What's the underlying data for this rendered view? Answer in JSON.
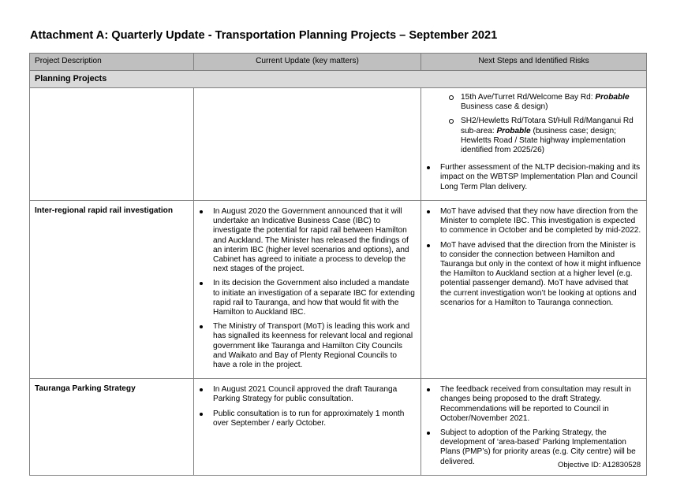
{
  "title": "Attachment A: Quarterly Update - Transportation Planning Projects – September 2021",
  "headers": [
    "Project Description",
    "Current Update (key matters)",
    "Next Steps and Identified Risks"
  ],
  "section": "Planning Projects",
  "row0": {
    "sub1_a": "15th Ave/Turret Rd/Welcome Bay Rd: ",
    "sub1_b": "Probable",
    "sub1_c": " Business case & design)",
    "sub2_a": "SH2/Hewletts Rd/Totara St/Hull Rd/Manganui Rd sub-area: ",
    "sub2_b": "Probable",
    "sub2_c": " (business case; design; Hewletts Road / State highway implementation identified from 2025/26)",
    "bullet": "Further assessment of the NLTP decision-making and its impact on the WBTSP Implementation Plan and Council Long Term Plan delivery."
  },
  "row1": {
    "name": "Inter-regional rapid rail investigation",
    "updates": [
      "In August 2020 the Government announced that it will undertake an Indicative Business Case (IBC) to investigate the potential for rapid rail between Hamilton and Auckland. The Minister has released the findings of an interim IBC (higher level scenarios and options), and Cabinet has agreed to initiate a process to develop the next stages of the project.",
      "In its decision the Government also included a mandate to initiate an investigation of a separate IBC for extending rapid rail to Tauranga, and how that would fit with the Hamilton to Auckland IBC.",
      "The Ministry of Transport (MoT) is leading this work and has signalled its keenness for relevant local and regional government like Tauranga and Hamilton City Councils and Waikato and Bay of Plenty Regional Councils to have a role in the project."
    ],
    "next": [
      "MoT have advised that they now have direction from the Minister to complete IBC. This investigation is expected to commence in October and be completed by mid-2022.",
      "MoT have advised that the direction from the Minister is to consider the connection between Hamilton and Tauranga but only in the context of how it might influence the Hamilton to Auckland section at a higher level (e.g. potential passenger demand). MoT have advised that the current investigation won’t be looking at options and scenarios for a Hamilton to Tauranga connection."
    ]
  },
  "row2": {
    "name": "Tauranga Parking Strategy",
    "updates": [
      "In August 2021 Council approved the draft Tauranga Parking Strategy for public consultation.",
      "Public consultation is to run for approximately 1 month over September / early October."
    ],
    "next": [
      "The feedback received from consultation may result in changes being proposed to the draft Strategy. Recommendations will be reported to Council in October/November 2021.",
      "Subject to adoption of the Parking Strategy, the development of ‘area-based’ Parking Implementation Plans (PMP’s) for priority areas (e.g. City centre) will be delivered."
    ]
  },
  "footer": "Objective ID:  A12830528"
}
